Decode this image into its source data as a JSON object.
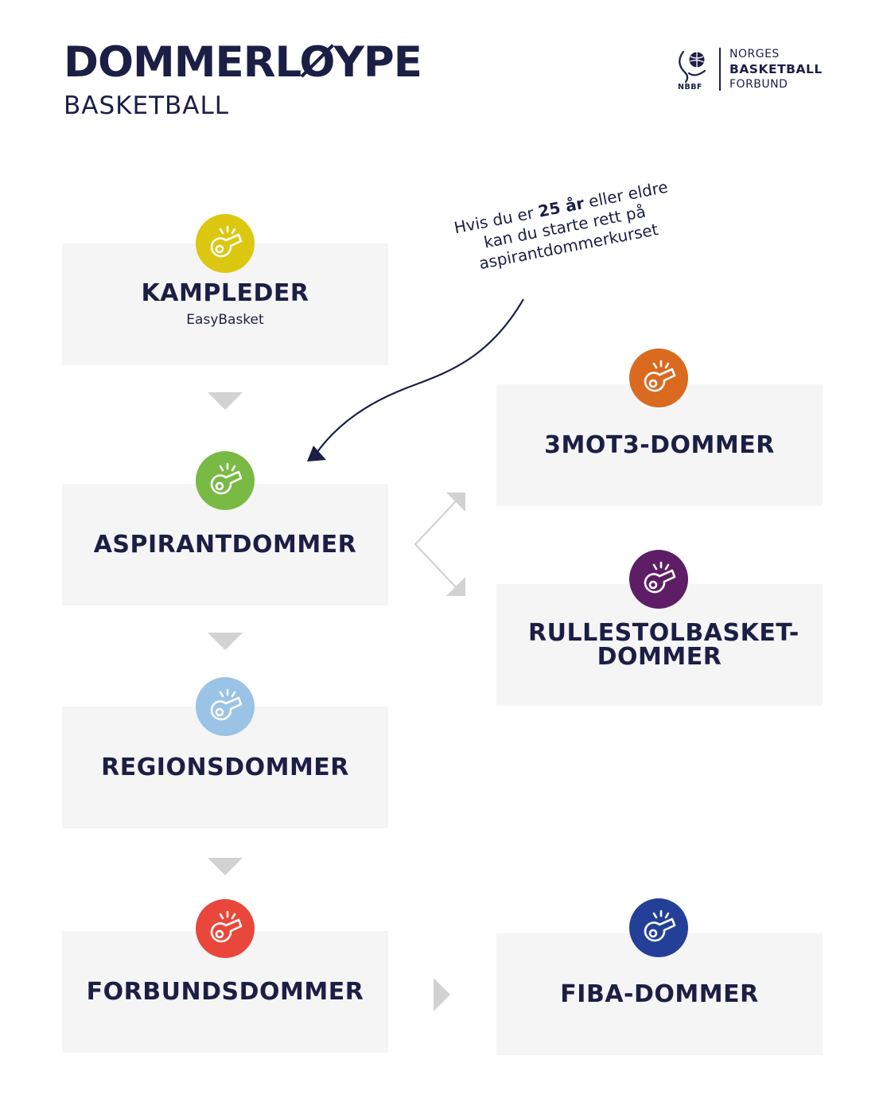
{
  "header": {
    "title": "DOMMERLØYPE",
    "subtitle": "BASKETBALL"
  },
  "logo": {
    "abbr": "NBBF",
    "line1": "NORGES",
    "line2": "BASKETBALL",
    "line3": "FORBUND"
  },
  "note": {
    "part1": "Hvis du er ",
    "emphasis": "25 år",
    "part2": " eller eldre kan du starte rett på aspirantdommerkurset"
  },
  "steps": {
    "kampleder": {
      "label": "KAMPLEDER",
      "sublabel": "EasyBasket",
      "color": "#dcc711"
    },
    "aspirant": {
      "label": "ASPIRANTDOMMER",
      "color": "#79ba44"
    },
    "region": {
      "label": "REGIONSDOMMER",
      "color": "#9ac3e6"
    },
    "forbund": {
      "label": "FORBUNDSDOMMER",
      "color": "#e9473b"
    },
    "mot3": {
      "label": "3MOT3-DOMMER",
      "color": "#d96a20"
    },
    "rullestol": {
      "label": "RULLESTOLBASKET-DOMMER",
      "color": "#5e1e66"
    },
    "fiba": {
      "label": "FIBA-DOMMER",
      "color": "#233f98"
    }
  },
  "colors": {
    "navy": "#1b1f45",
    "box_background": "#f5f5f5",
    "connector_gray": "#d2d2d2"
  },
  "icon": "whistle-icon"
}
